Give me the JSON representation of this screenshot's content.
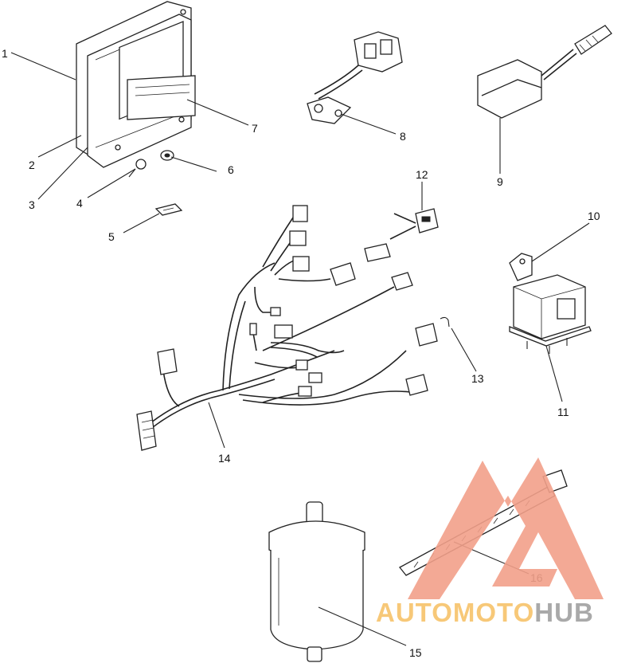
{
  "callouts": [
    {
      "id": "1",
      "label": "1"
    },
    {
      "id": "2",
      "label": "2"
    },
    {
      "id": "3",
      "label": "3"
    },
    {
      "id": "4",
      "label": "4"
    },
    {
      "id": "5",
      "label": "5"
    },
    {
      "id": "6",
      "label": "6"
    },
    {
      "id": "7",
      "label": "7"
    },
    {
      "id": "8",
      "label": "8"
    },
    {
      "id": "9",
      "label": "9"
    },
    {
      "id": "10",
      "label": "10"
    },
    {
      "id": "11",
      "label": "11"
    },
    {
      "id": "12",
      "label": "12"
    },
    {
      "id": "13",
      "label": "13"
    },
    {
      "id": "14",
      "label": "14"
    },
    {
      "id": "15",
      "label": "15"
    },
    {
      "id": "16",
      "label": "16"
    }
  ],
  "watermark": {
    "part1": "AUTOMOTO",
    "part2": "HUB",
    "color_primary": "#f2a08a",
    "color_secondary": "#f7c36a",
    "color_dark": "#a0a0a0"
  }
}
